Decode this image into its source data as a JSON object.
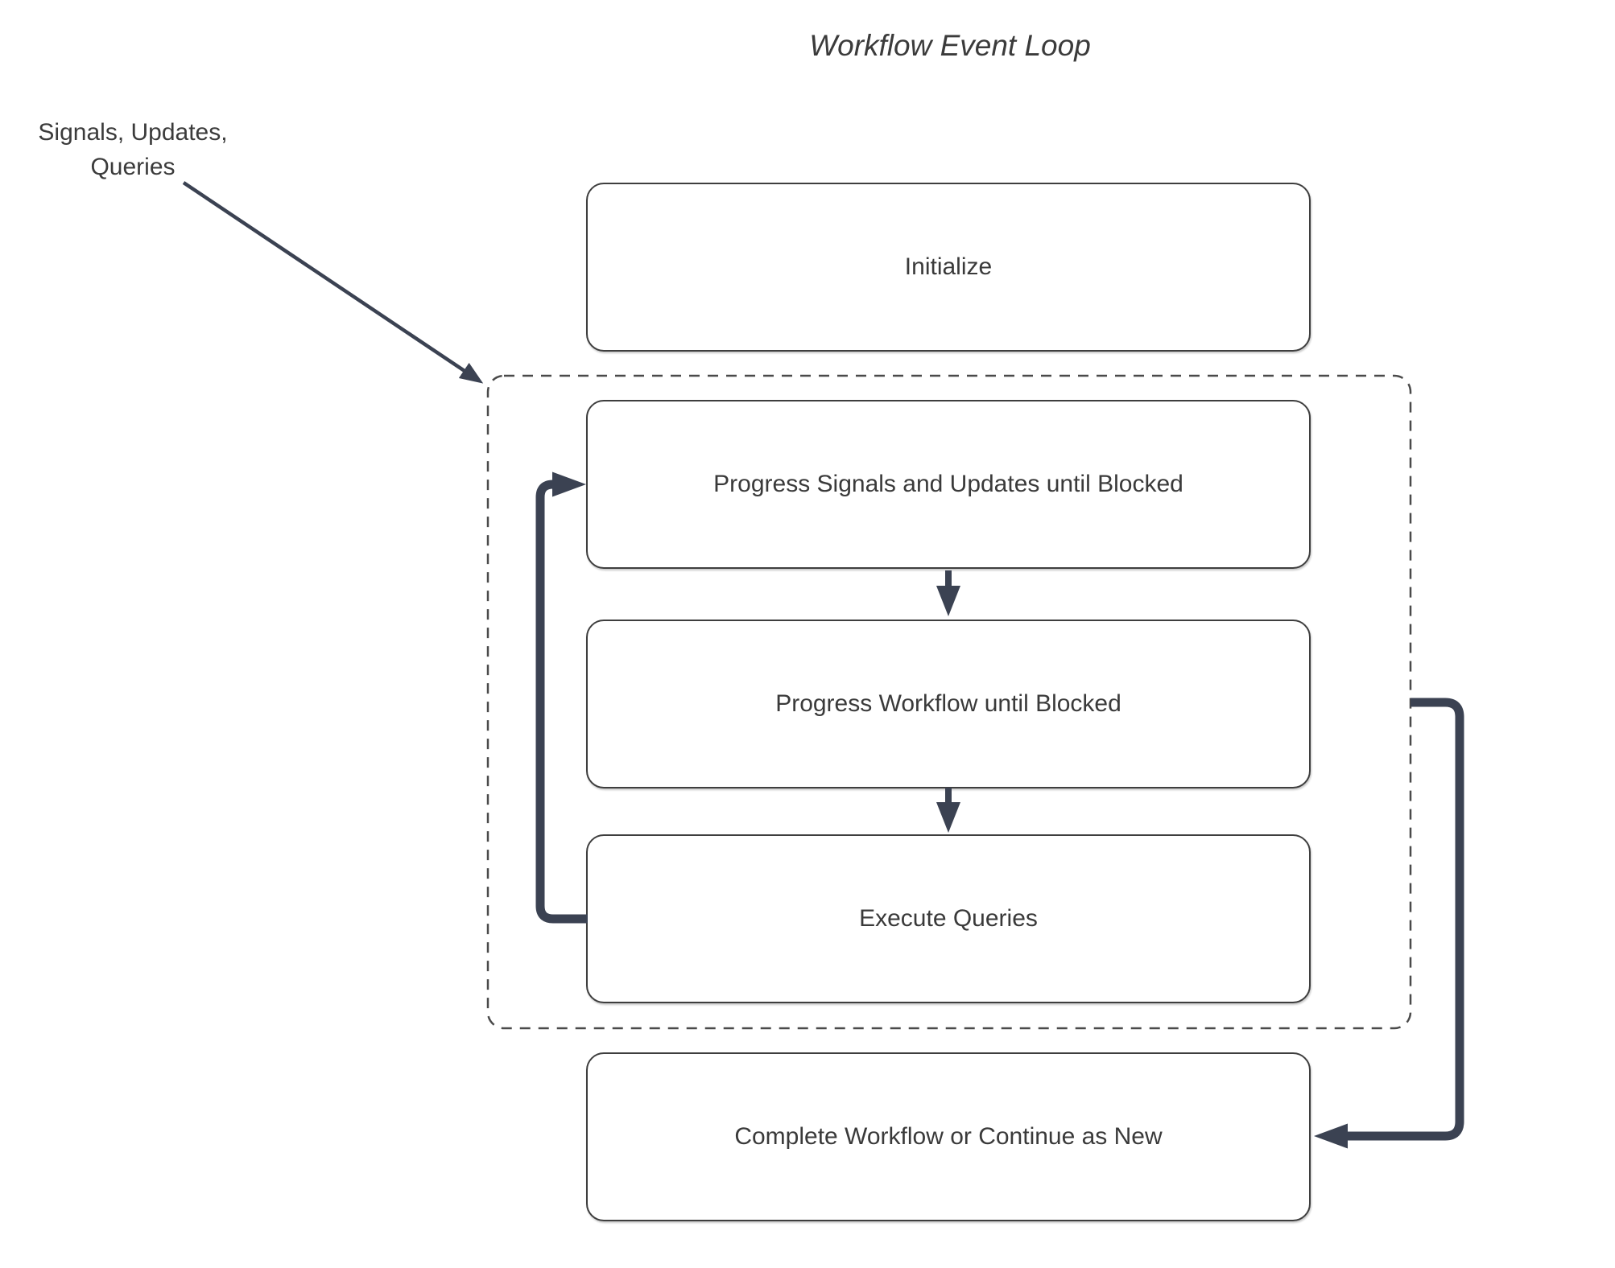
{
  "title": "Workflow Event Loop",
  "annotation": {
    "line1": "Signals, Updates,",
    "line2": "Queries"
  },
  "nodes": [
    {
      "id": "initialize",
      "label": "Initialize"
    },
    {
      "id": "progress-signals-updates",
      "label": "Progress Signals and Updates until Blocked"
    },
    {
      "id": "progress-workflow",
      "label": "Progress Workflow until Blocked"
    },
    {
      "id": "execute-queries",
      "label": "Execute Queries"
    },
    {
      "id": "complete-workflow",
      "label": "Complete Workflow or Continue as New"
    }
  ],
  "container": {
    "id": "event-loop-container",
    "style": "dashed",
    "contains": [
      "progress-signals-updates",
      "progress-workflow",
      "execute-queries"
    ]
  },
  "edges": [
    {
      "from": "signals-updates-queries-annotation",
      "to": "event-loop-container",
      "type": "external-input-arrow"
    },
    {
      "from": "progress-signals-updates",
      "to": "progress-workflow",
      "type": "flow"
    },
    {
      "from": "progress-workflow",
      "to": "execute-queries",
      "type": "flow"
    },
    {
      "from": "execute-queries",
      "to": "progress-signals-updates",
      "type": "loop-back"
    },
    {
      "from": "event-loop-container",
      "to": "complete-workflow",
      "type": "continue"
    }
  ],
  "colors": {
    "connector": "#3b4252",
    "box_border": "#3e3e3e",
    "dashed_border": "#4a4a4a",
    "text": "#3a3a3a",
    "background": "#ffffff"
  }
}
